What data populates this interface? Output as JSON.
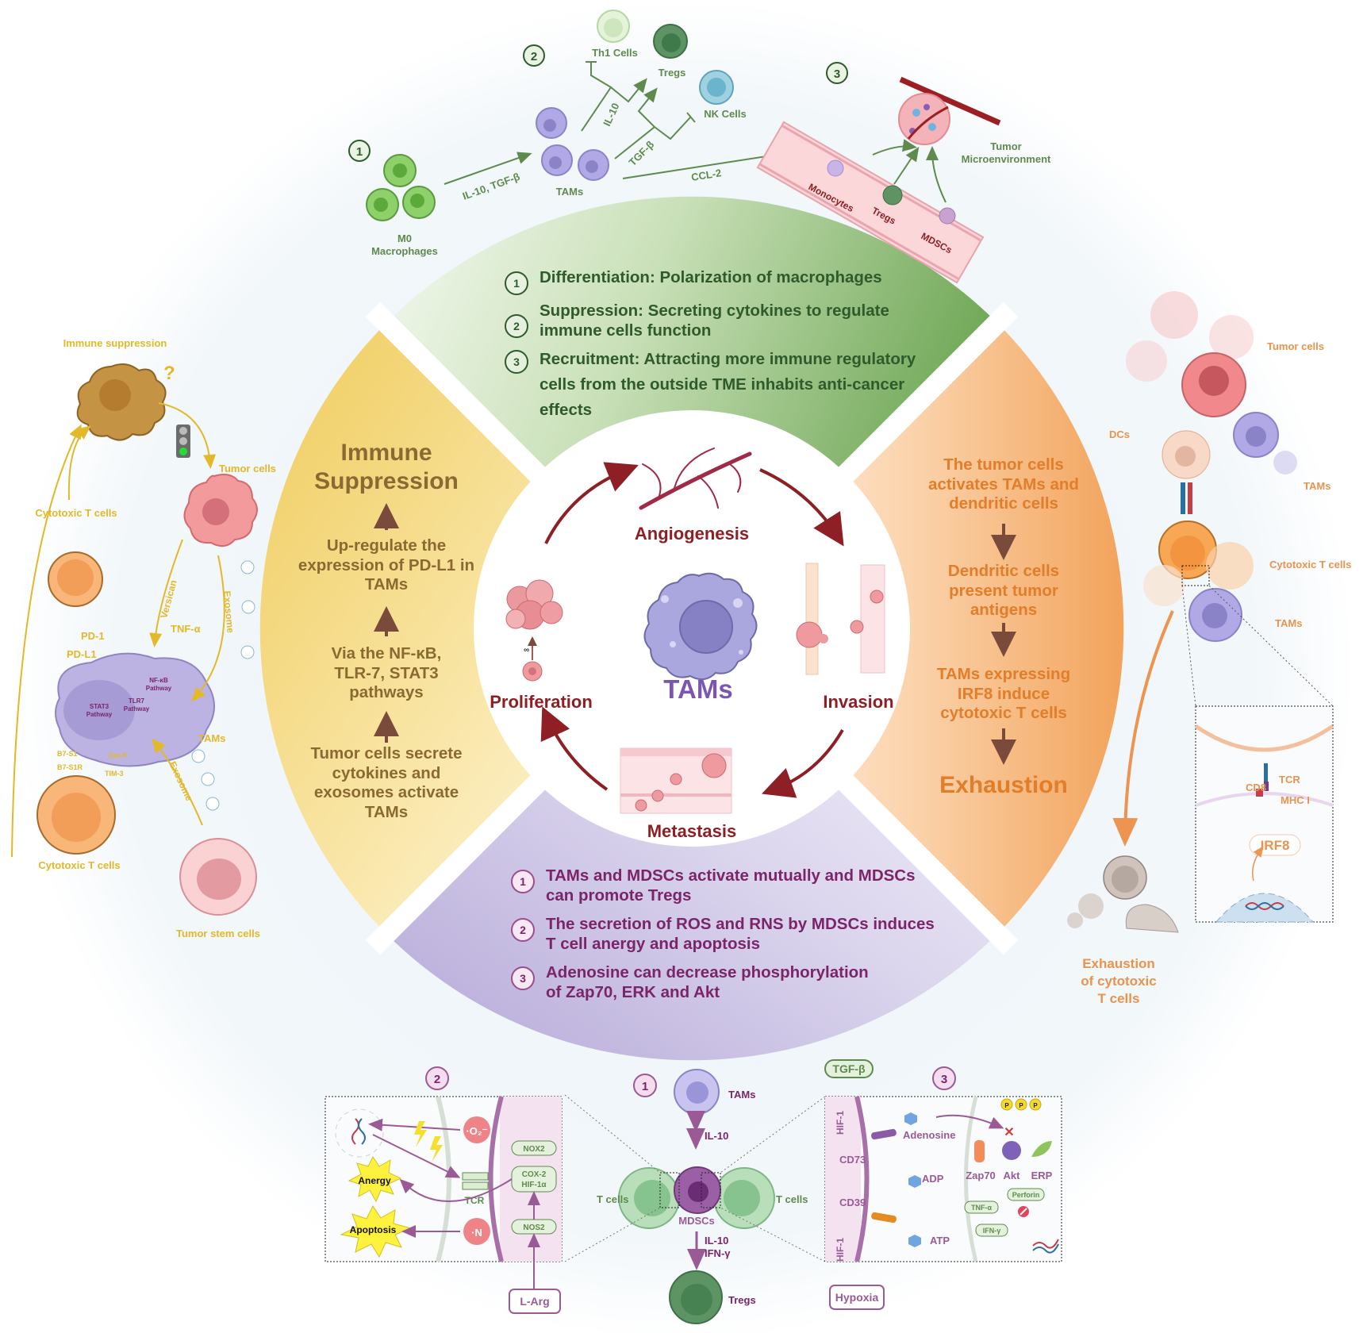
{
  "colors": {
    "green_sector": "#78ad5f",
    "orange_sector": "#f3a45f",
    "purple_sector": "#b7aad6",
    "yellow_sector": "#efcf6a",
    "cycle_red": "#8e1f24",
    "tam_purple": "#8a6fc0",
    "green_text": "#2f5a2c",
    "purple_text": "#7b2469",
    "yellow_text": "#8a6a32",
    "orange_text": "#e27d2a",
    "left_panel_yellow": "#e3b829"
  },
  "center": {
    "title": "TAMs",
    "cycle": {
      "top": "Angiogenesis",
      "right": "Invasion",
      "bottom": "Metastasis",
      "left": "Proliferation",
      "proliferation_symbol": "∞"
    }
  },
  "green_sector": {
    "items": [
      {
        "num": "1",
        "text": "Differentiation: Polarization of macrophages"
      },
      {
        "num": "2",
        "text": "Suppression: Secreting cytokines to regulate immune cells function"
      },
      {
        "num": "3",
        "text": "Recruitment: Attracting more immune regulatory cells from the outside TME inhabits anti-cancer effects"
      }
    ]
  },
  "yellow_sector": {
    "title_line1": "Immune",
    "title_line2": "Suppression",
    "steps": [
      "Up-regulate the expression of PD-L1 in TAMs",
      "Via the NF-κB, TLR-7, STAT3 pathways",
      "Tumor cells secrete cytokines and exosomes activate TAMs"
    ]
  },
  "orange_sector": {
    "steps": [
      "The tumor cells activates TAMs and dendritic cells",
      "Dendritic cells present tumor antigens",
      "TAMs expressing IRF8 induce cytotoxic T cells"
    ],
    "title": "Exhaustion"
  },
  "purple_sector": {
    "items": [
      {
        "num": "1",
        "text": "TAMs and MDSCs activate mutually and MDSCs can promote Tregs"
      },
      {
        "num": "2",
        "text": "The secretion of ROS and RNS by MDSCs induces T cell anergy and apoptosis"
      },
      {
        "num": "3",
        "text": "Adenosine can decrease phosphorylation of Zap70, ERK and Akt"
      }
    ]
  },
  "top_panel": {
    "step_nums": [
      "1",
      "2",
      "3"
    ],
    "m0_line1": "M0",
    "m0_line2": "Macrophages",
    "arrow1_label": "IL-10, TGF-β",
    "tams": "TAMs",
    "il10": "IL-10",
    "tgfb": "TGF-β",
    "th1": "Th1 Cells",
    "tregs": "Tregs",
    "nk": "NK Cells",
    "ccl2": "CCL-2",
    "monocytes": "Monocytes",
    "vessel_tregs": "Tregs",
    "mdscs": "MDSCs",
    "tme_line1": "Tumor",
    "tme_line2": "Microenvironment"
  },
  "left_panel": {
    "immune_suppression": "Immune suppression",
    "question": "?",
    "tumor_cells": "Tumor cells",
    "cytotoxic_top": "Cytotoxic T cells",
    "versican": "Versican",
    "exosome_top": "Exosome",
    "tnfa": "TNF-α",
    "pd1": "PD-1",
    "pdl1": "PD-L1",
    "nfkb_line1": "NF-κB",
    "nfkb_line2": "Pathway",
    "stat3_line1": "STAT3",
    "stat3_line2": "Pathway",
    "tlr7_line1": "TLR7",
    "tlr7_line2": "Pathway",
    "tams": "TAMs",
    "b7s1": "B7-S1",
    "b7s1r": "B7-S1R",
    "gal9": "Gal-9",
    "tim3": "TIM-3",
    "exosome_bottom": "Exosome",
    "cytotoxic_bottom": "Cytotoxic T cells",
    "tumor_stem": "Tumor stem cells"
  },
  "right_panel": {
    "tumor_cells": "Tumor cells",
    "dcs": "DCs",
    "tams_top": "TAMs",
    "cytotoxic": "Cytotoxic T cells",
    "tams_bottom": "TAMs",
    "cd8": "CD8",
    "tcr": "TCR",
    "mhc": "MHC I",
    "irf8": "IRF8",
    "exhaustion_line1": "Exhaustion",
    "exhaustion_line2": "of cytotoxic",
    "exhaustion_line3": "T cells"
  },
  "bottom_panel": {
    "num1": "1",
    "num2": "2",
    "num3": "3",
    "tams": "TAMs",
    "il10": "IL-10",
    "t_cells_left": "T cells",
    "t_cells_right": "T cells",
    "mdscs": "MDSCs",
    "il10_b": "IL-10",
    "ifng": "IFN-γ",
    "tregs": "Tregs",
    "left_box": {
      "o2": "·O₂⁻",
      "nox2": "NOX2",
      "cox2": "COX-2",
      "hif1a": "HIF-1α",
      "nos2": "NOS2",
      "n": "·N",
      "tcr": "TCR",
      "anergy": "Anergy",
      "apoptosis": "Apoptosis",
      "larg": "L-Arg"
    },
    "right_box": {
      "tgfb": "TGF-β",
      "hif1_top": "HIF-1",
      "hif1_bottom": "HIF-1",
      "cd73": "CD73",
      "cd39": "CD39",
      "adenosine": "Adenosine",
      "adp": "ADP",
      "atp": "ATP",
      "p": "P",
      "zap70": "Zap70",
      "akt": "Akt",
      "erp": "ERP",
      "perforin": "Perforin",
      "tnfa": "TNF-α",
      "ifng": "IFN-γ",
      "hypoxia": "Hypoxia"
    }
  }
}
